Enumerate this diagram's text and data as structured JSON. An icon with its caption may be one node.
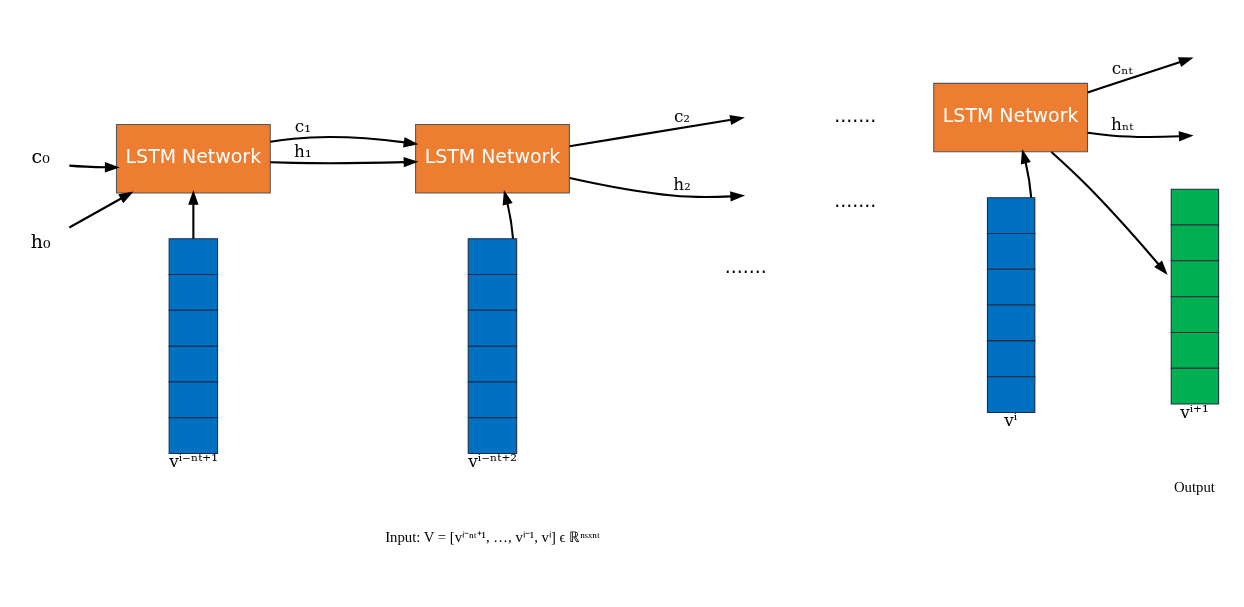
{
  "diagram": {
    "nodes": [
      {
        "text": [
          "c₀"
        ]
      },
      {
        "text": [
          "h₀"
        ]
      },
      {
        "text": [
          "LSTM Network"
        ]
      },
      {
        "text": [
          "LSTM Network"
        ]
      },
      {
        "text": [
          "LSTM Network"
        ]
      },
      {
        "text": [],
        "shape": "bar",
        "beside": [
          "vⁱ⁻ⁿᵗ⁺¹"
        ]
      },
      {
        "text": [],
        "shape": "bar",
        "beside": [
          "vⁱ⁻ⁿᵗ⁺²"
        ]
      },
      {
        "text": [],
        "shape": "bar",
        "beside": [
          "vⁱ"
        ]
      },
      {
        "text": [],
        "shape": "bar",
        "beside": [
          "vⁱ⁺¹"
        ]
      }
    ],
    "edges": [
      {
        "from": 0,
        "to": 2,
        "arrow": "to"
      },
      {
        "from": 1,
        "to": 2,
        "arrow": "to"
      },
      {
        "from": 2,
        "to": 3,
        "arrow": "to",
        "label": "c₁"
      },
      {
        "from": 2,
        "to": 3,
        "arrow": "to",
        "label": "h₁"
      },
      {
        "from": 3,
        "to": null,
        "arrow": "to",
        "label": "c₂"
      },
      {
        "from": 3,
        "to": null,
        "arrow": "to",
        "label": "h₂"
      },
      {
        "from": 4,
        "to": null,
        "arrow": "to",
        "label": "cₙₜ"
      },
      {
        "from": 4,
        "to": null,
        "arrow": "to",
        "label": "hₙₜ"
      },
      {
        "from": 5,
        "to": 2,
        "arrow": "to"
      },
      {
        "from": 6,
        "to": 3,
        "arrow": "to"
      },
      {
        "from": 7,
        "to": 4,
        "arrow": "to"
      },
      {
        "from": 4,
        "to": 8,
        "arrow": "to"
      }
    ],
    "labels": [
      ".......",
      ".......",
      ".......",
      "Input: V = [vⁱ⁻ⁿᵗ⁺¹, …, vⁱ⁻¹, vⁱ] ϵ ℝⁿˢˣⁿᵗ",
      "Output"
    ]
  }
}
